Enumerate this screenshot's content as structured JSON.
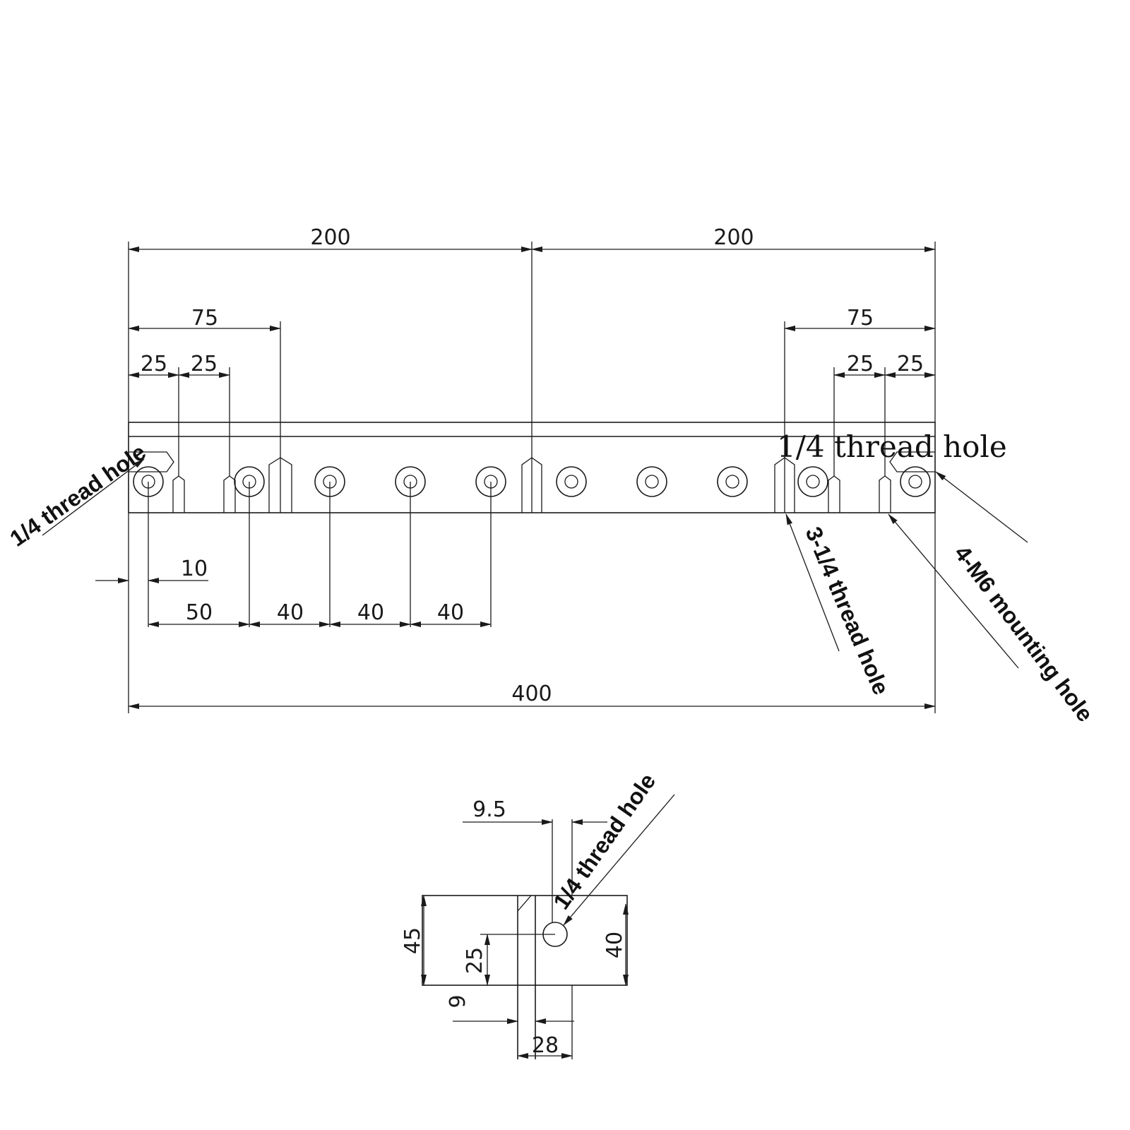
{
  "dims": {
    "top_left_200": "200",
    "top_right_200": "200",
    "left_75": "75",
    "left_25a": "25",
    "left_25b": "25",
    "right_75": "75",
    "right_25a": "25",
    "right_25b": "25",
    "offset_10": "10",
    "spacing_50": "50",
    "spacing_40a": "40",
    "spacing_40b": "40",
    "spacing_40c": "40",
    "total_400": "400",
    "side_9_5": "9.5",
    "side_45": "45",
    "side_25": "25",
    "side_40": "40",
    "side_9": "9",
    "side_28": "28"
  },
  "labels": {
    "left_thread_hole": "1/4 thread hole",
    "right_thread_hole": "1/4 thread hole",
    "three_thread_hole": "3-1/4 thread hole",
    "mounting_hole": "4-M6 mounting hole",
    "side_thread_hole": "1/4 thread hole"
  }
}
